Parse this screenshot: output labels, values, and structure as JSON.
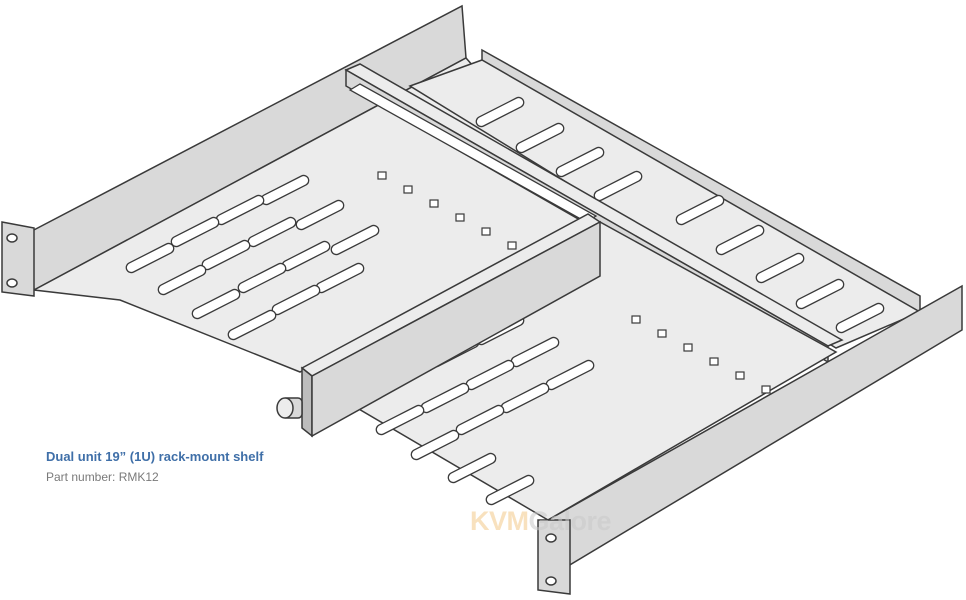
{
  "caption": {
    "title": "Dual unit 19” (1U) rack-mount shelf",
    "part_number": "Part number: RMK12"
  },
  "watermark": {
    "brand_a": "KVM",
    "brand_b": "Galore"
  },
  "colors": {
    "metal_light": "#ececec",
    "metal_mid": "#d9d9d9",
    "metal_dark": "#bdbdbd",
    "outline": "#3a3a3a",
    "caption_title": "#3f6fa8",
    "caption_part": "#7a7a7a"
  }
}
